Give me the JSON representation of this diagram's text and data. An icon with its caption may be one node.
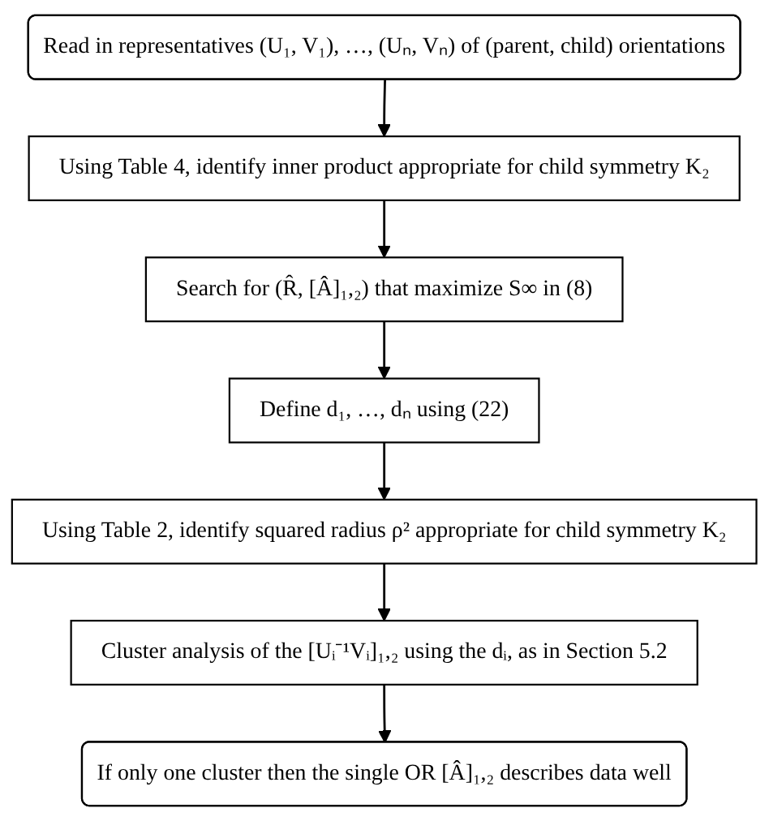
{
  "diagram": {
    "nodes": [
      {
        "text": [
          "Read in representatives (U₁, V₁), …, (Uₙ, Vₙ) of (parent, child) orientations"
        ]
      },
      {
        "text": [
          "Using Table 4, identify inner product appropriate for child symmetry K₂"
        ]
      },
      {
        "text": [
          "Search for (R̂, [Â]₁,₂) that maximize S∞ in (8)"
        ]
      },
      {
        "text": [
          "Define d₁, …, dₙ using (22)"
        ]
      },
      {
        "text": [
          "Using Table 2, identify squared radius ρ² appropriate for child symmetry K₂"
        ]
      },
      {
        "text": [
          "Cluster analysis of the [Uᵢ⁻¹Vᵢ]₁,₂ using the dᵢ, as in Section 5.2"
        ]
      },
      {
        "text": [
          "If only one cluster then the single OR [Â]₁,₂ describes data well"
        ]
      }
    ],
    "edges": [
      {
        "from": 0,
        "to": 1,
        "arrow": "to"
      },
      {
        "from": 1,
        "to": 2,
        "arrow": "to"
      },
      {
        "from": 2,
        "to": 3,
        "arrow": "to"
      },
      {
        "from": 3,
        "to": 4,
        "arrow": "to"
      },
      {
        "from": 4,
        "to": 5,
        "arrow": "to"
      },
      {
        "from": 5,
        "to": 6,
        "arrow": "to"
      }
    ]
  }
}
